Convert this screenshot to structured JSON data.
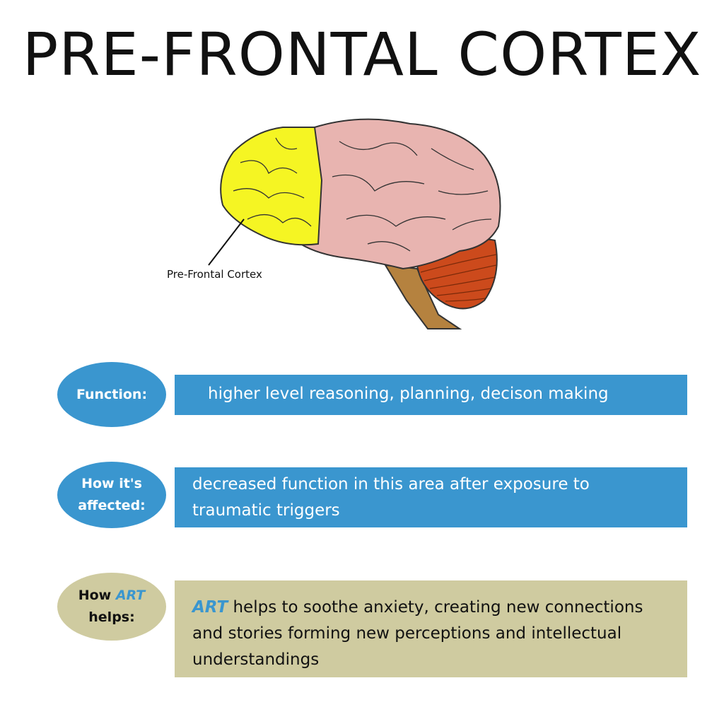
{
  "title": "PRE-FRONTAL CORTEX",
  "diagram": {
    "label": "Pre-Frontal Cortex"
  },
  "rows": [
    {
      "label": "Function:",
      "text": "higher level reasoning, planning, decison making"
    },
    {
      "label_line1": "How it's",
      "label_line2": "affected:",
      "text": "decreased function in this area after exposure to traumatic triggers"
    },
    {
      "label_pre": "How ",
      "label_art": "ART",
      "label_post": "helps:",
      "text_art": "ART",
      "text": " helps to soothe anxiety, creating new connections and stories forming new perceptions and intellectual understandings"
    }
  ],
  "colors": {
    "blue": "#3a96cf",
    "olive": "#cfcba0",
    "prefrontal": "#f5f523",
    "cortex": "#e8b4b0",
    "cerebellum": "#cc4a1c",
    "stem": "#b5823f"
  }
}
